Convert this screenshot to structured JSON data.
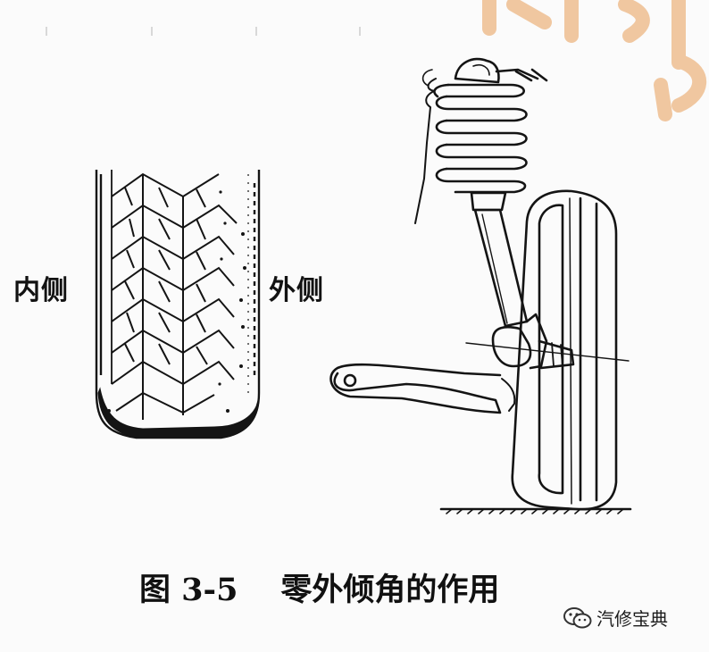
{
  "labels": {
    "inner": "内侧",
    "outer": "外侧"
  },
  "caption": {
    "figure_number": "图 3-5",
    "title": "零外倾角的作用"
  },
  "watermark": {
    "text": "汽修宝典",
    "icon": "wechat-icon"
  },
  "colors": {
    "ink": "#111111",
    "stamp": "#f0c7a0",
    "paper": "#fbfbfb"
  }
}
